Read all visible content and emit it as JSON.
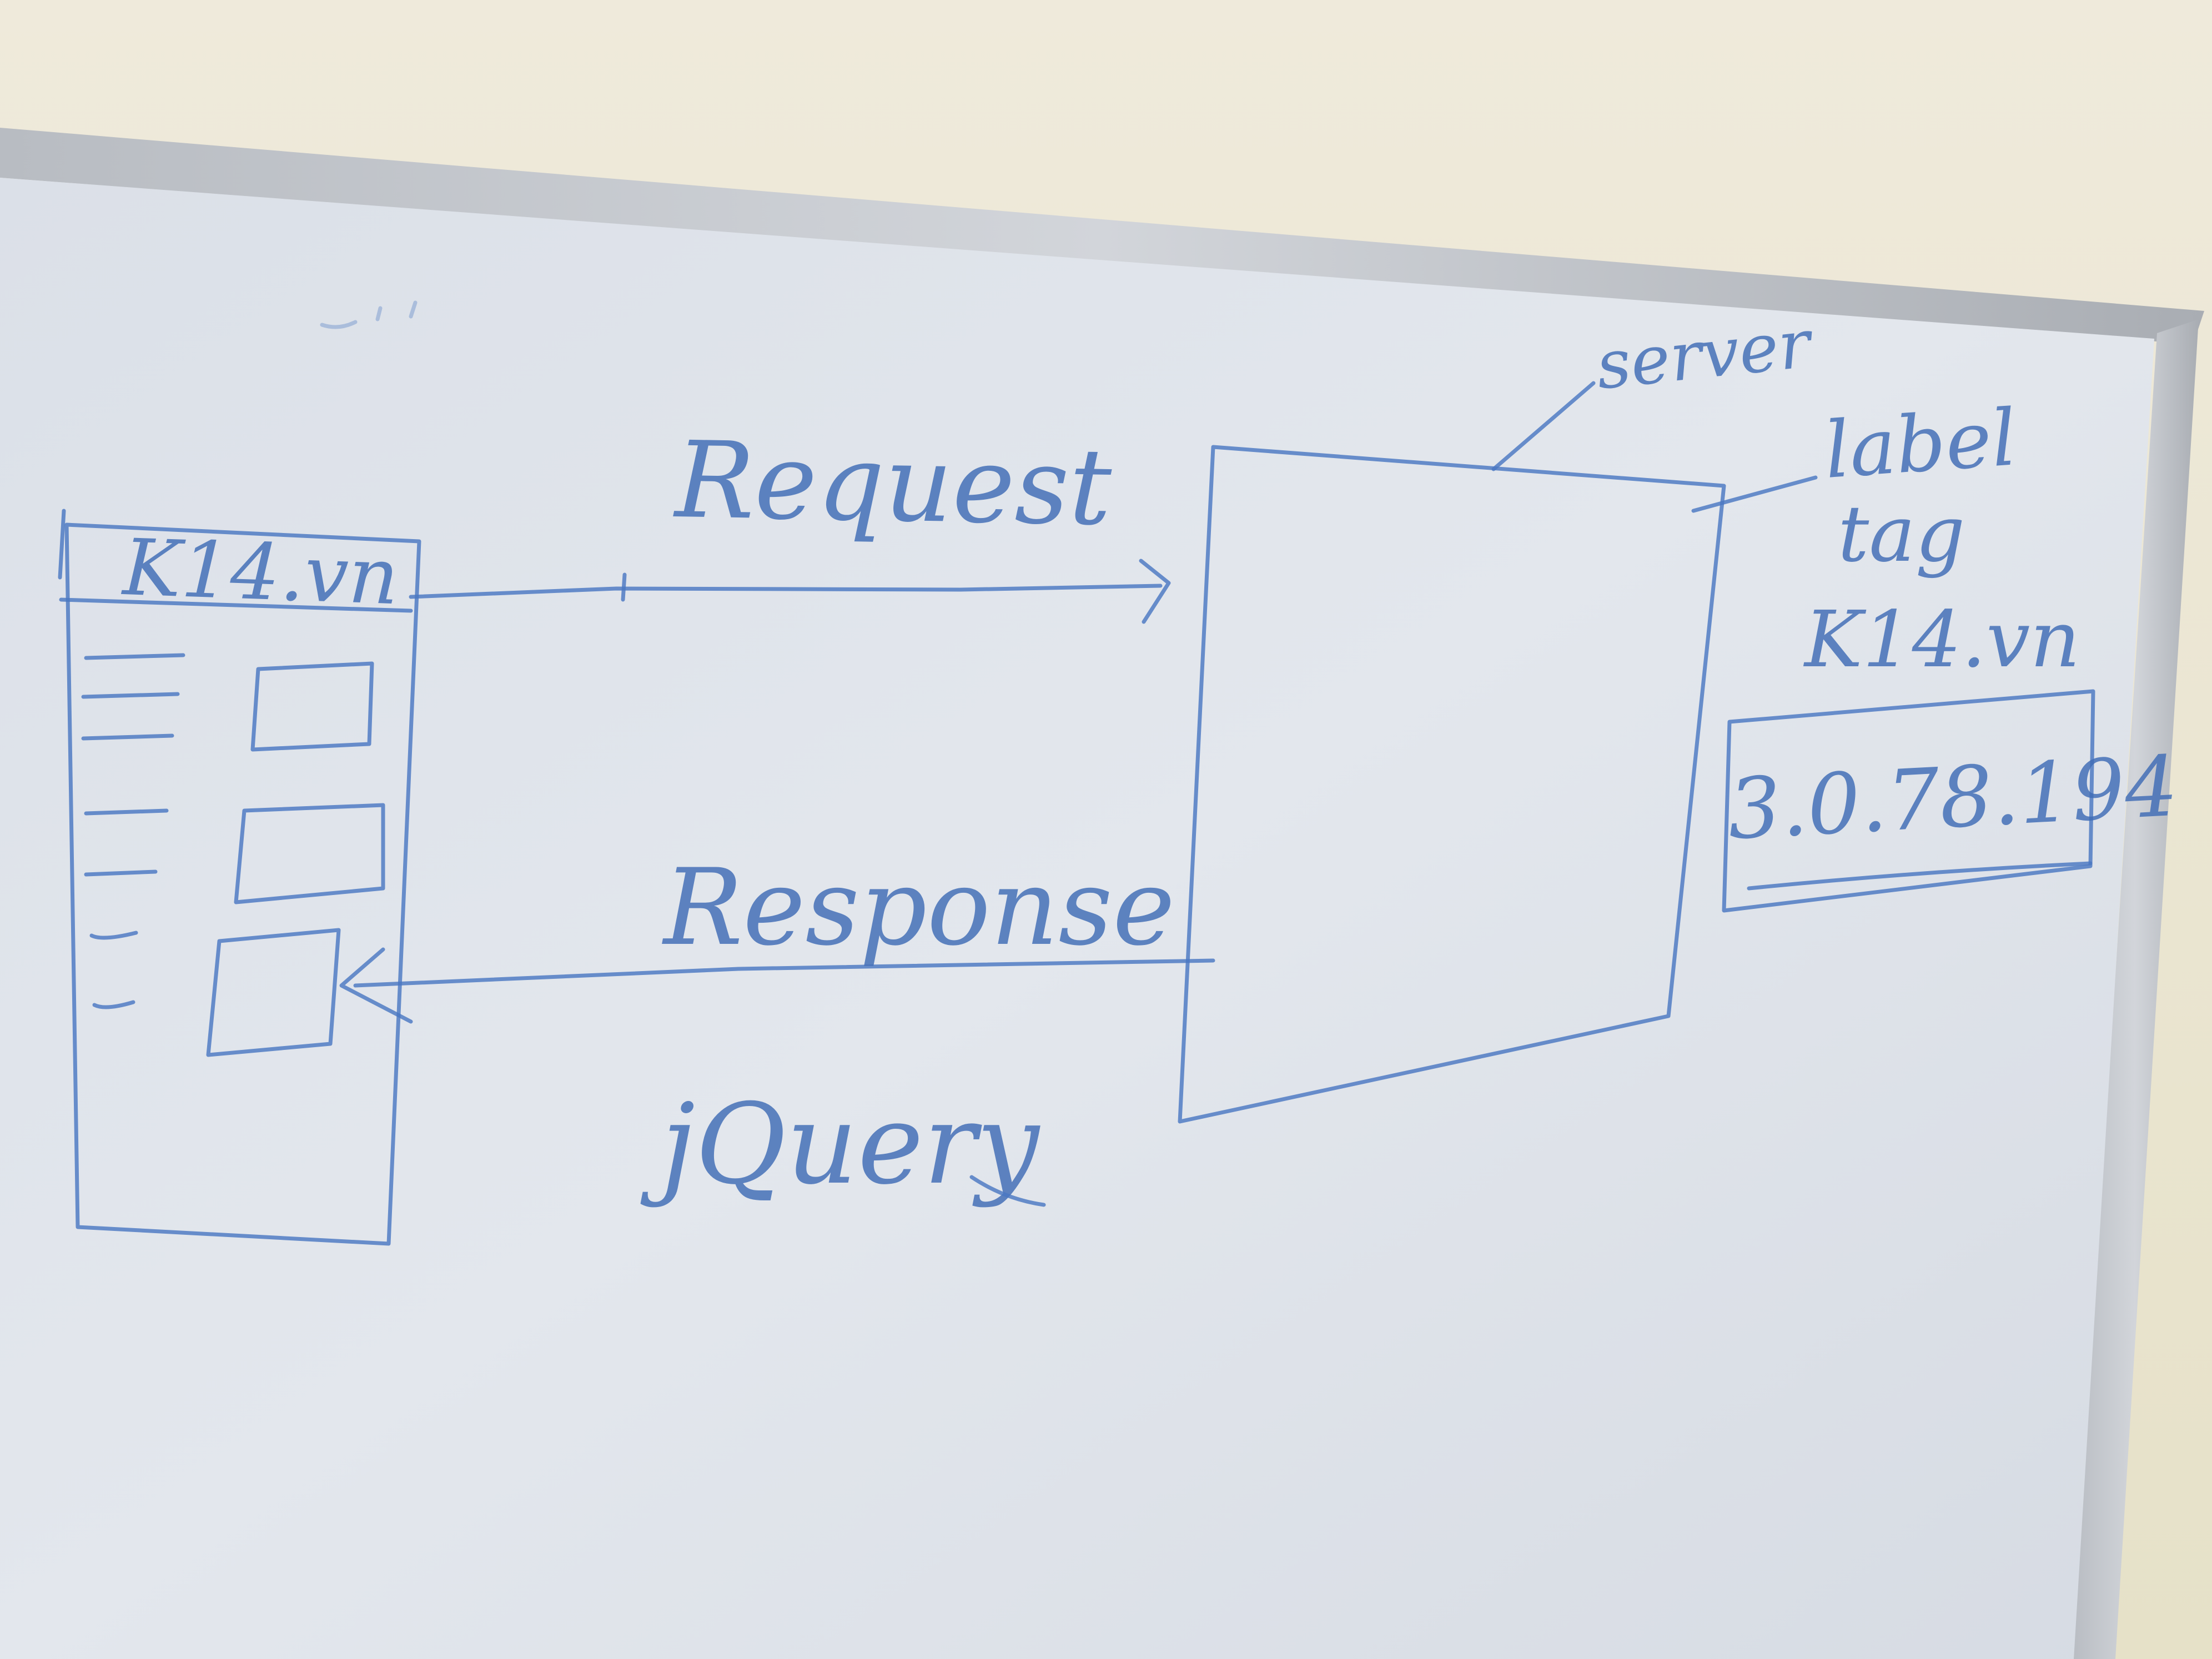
{
  "board": {
    "browser_label": "K14.vn",
    "request_label": "Request",
    "response_label": "Response",
    "library_label": "jQuery",
    "server_label": "server",
    "annotation_lines": [
      "label",
      "tag",
      "K14.vn"
    ],
    "ip_address": "3.0.78.194"
  },
  "colors": {
    "wall": "#ece8cf",
    "board_surface": "#dfe3ea",
    "frame": "#c4c7cc",
    "marker_ink": "#4a78c2"
  }
}
